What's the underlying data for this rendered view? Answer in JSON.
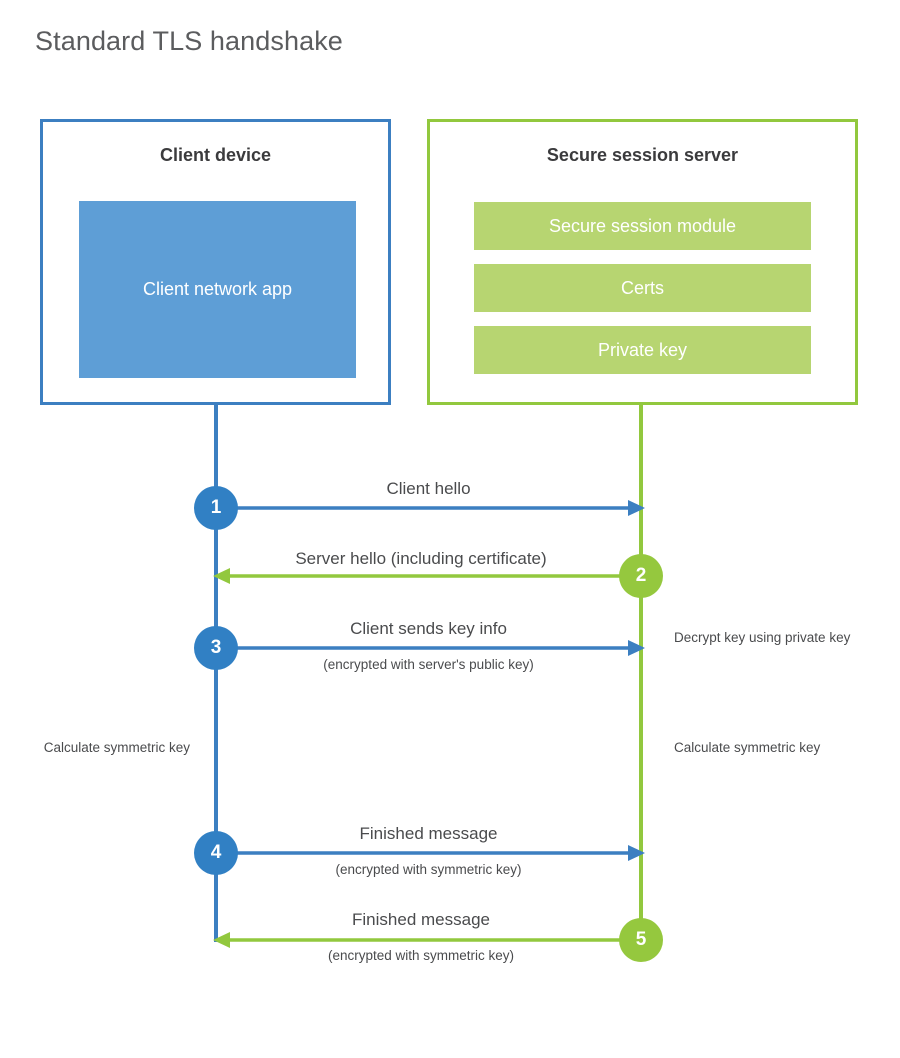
{
  "title": "Standard TLS handshake",
  "colors": {
    "client_border": "#3c7fc1",
    "client_app_fill": "#5e9ed6",
    "server_border": "#92c83e",
    "server_bar_fill": "#b7d571",
    "step_blue": "#3180c4",
    "step_green": "#95c83e",
    "text": "#4a4b4d",
    "title_text": "#5b5c5e"
  },
  "participants": {
    "client": {
      "title": "Client device",
      "app_label": "Client network app"
    },
    "server": {
      "title": "Secure session server",
      "components": [
        "Secure session module",
        "Certs",
        "Private key"
      ]
    }
  },
  "steps": [
    {
      "number": "1",
      "label": "Client hello",
      "sublabel": "",
      "direction": "client-to-server",
      "color": "#3180c4"
    },
    {
      "number": "2",
      "label": "Server hello (including certificate)",
      "sublabel": "",
      "direction": "server-to-client",
      "color": "#95c83e"
    },
    {
      "number": "3",
      "label": "Client sends key info",
      "sublabel": "(encrypted with server's public key)",
      "direction": "client-to-server",
      "color": "#3180c4"
    },
    {
      "number": "4",
      "label": "Finished message",
      "sublabel": "(encrypted with symmetric key)",
      "direction": "client-to-server",
      "color": "#3180c4"
    },
    {
      "number": "5",
      "label": "Finished message",
      "sublabel": "(encrypted with symmetric key)",
      "direction": "server-to-client",
      "color": "#95c83e"
    }
  ],
  "notes": {
    "server_decrypt": "Decrypt key using private key",
    "client_calculate": "Calculate symmetric key",
    "server_calculate": "Calculate symmetric key"
  }
}
